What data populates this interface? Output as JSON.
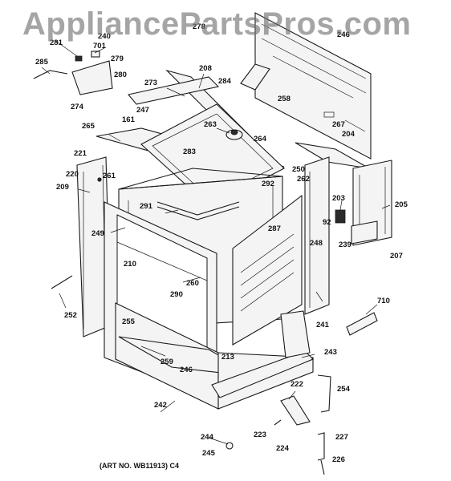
{
  "watermark": "AppliancePartsPros.com",
  "art_number": "(ART NO. WB11913) C4",
  "callouts": [
    {
      "id": "c281",
      "label": "281"
    },
    {
      "id": "c240",
      "label": "240"
    },
    {
      "id": "c701",
      "label": "701"
    },
    {
      "id": "c278",
      "label": "278"
    },
    {
      "id": "c246top",
      "label": "246"
    },
    {
      "id": "c285",
      "label": "285"
    },
    {
      "id": "c279",
      "label": "279"
    },
    {
      "id": "c280",
      "label": "280"
    },
    {
      "id": "c274",
      "label": "274"
    },
    {
      "id": "c208",
      "label": "208"
    },
    {
      "id": "c284",
      "label": "284"
    },
    {
      "id": "c273",
      "label": "273"
    },
    {
      "id": "c258",
      "label": "258"
    },
    {
      "id": "c247",
      "label": "247"
    },
    {
      "id": "c161",
      "label": "161"
    },
    {
      "id": "c263",
      "label": "263"
    },
    {
      "id": "c264",
      "label": "264"
    },
    {
      "id": "c267",
      "label": "267"
    },
    {
      "id": "c204",
      "label": "204"
    },
    {
      "id": "c265",
      "label": "265"
    },
    {
      "id": "c283",
      "label": "283"
    },
    {
      "id": "c221",
      "label": "221"
    },
    {
      "id": "c250",
      "label": "250"
    },
    {
      "id": "c262",
      "label": "262"
    },
    {
      "id": "c220",
      "label": "220"
    },
    {
      "id": "c261",
      "label": "261"
    },
    {
      "id": "c209",
      "label": "209"
    },
    {
      "id": "c292",
      "label": "292"
    },
    {
      "id": "c203",
      "label": "203"
    },
    {
      "id": "c205",
      "label": "205"
    },
    {
      "id": "c291",
      "label": "291"
    },
    {
      "id": "c92",
      "label": "92"
    },
    {
      "id": "c287",
      "label": "287"
    },
    {
      "id": "c249",
      "label": "249"
    },
    {
      "id": "c248",
      "label": "248"
    },
    {
      "id": "c239",
      "label": "239"
    },
    {
      "id": "c207",
      "label": "207"
    },
    {
      "id": "c210",
      "label": "210"
    },
    {
      "id": "c260",
      "label": "260"
    },
    {
      "id": "c290",
      "label": "290"
    },
    {
      "id": "c710",
      "label": "710"
    },
    {
      "id": "c252",
      "label": "252"
    },
    {
      "id": "c255",
      "label": "255"
    },
    {
      "id": "c241",
      "label": "241"
    },
    {
      "id": "c243",
      "label": "243"
    },
    {
      "id": "c213",
      "label": "213"
    },
    {
      "id": "c259",
      "label": "259"
    },
    {
      "id": "c246",
      "label": "246"
    },
    {
      "id": "c222",
      "label": "222"
    },
    {
      "id": "c254",
      "label": "254"
    },
    {
      "id": "c242",
      "label": "242"
    },
    {
      "id": "c223",
      "label": "223"
    },
    {
      "id": "c244",
      "label": "244"
    },
    {
      "id": "c224",
      "label": "224"
    },
    {
      "id": "c227",
      "label": "227"
    },
    {
      "id": "c245",
      "label": "245"
    },
    {
      "id": "c226",
      "label": "226"
    }
  ]
}
